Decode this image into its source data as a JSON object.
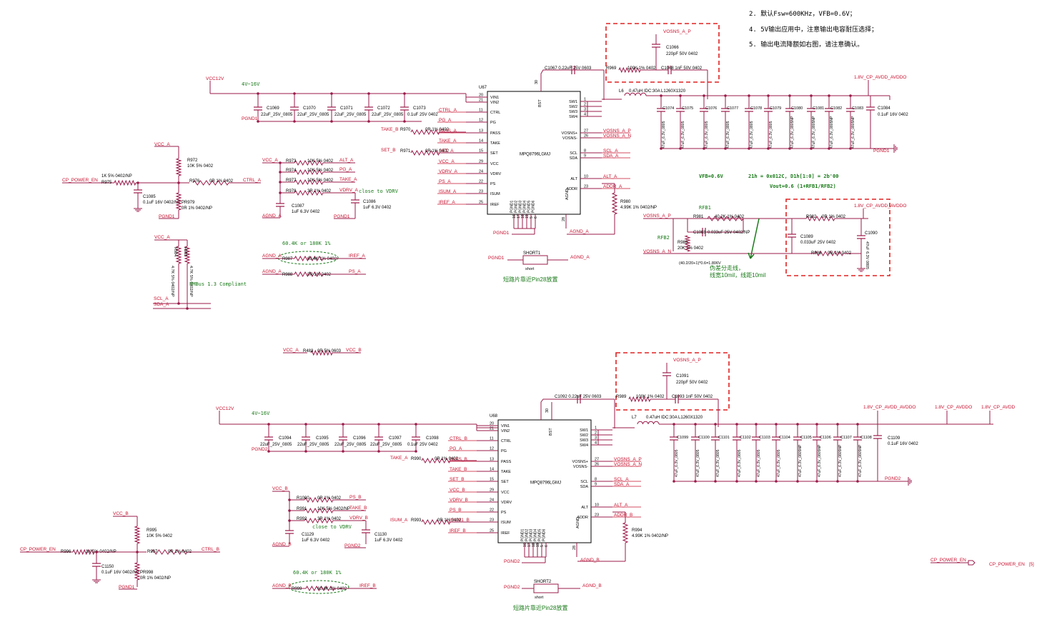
{
  "notes": [
    "2. 默认Fsw=600KHz，VFB=0.6V；",
    "4. 5V输出应用中，注意输出电容耐压选择；",
    "5. 输出电流降额如右图，请注意确认。"
  ],
  "colors": {
    "wire": "#9b1b4a",
    "text": "#000000",
    "net": "#c8102e",
    "green": "#1a7a1a",
    "box": "#e02020",
    "gnd": "#c8102e"
  },
  "top": {
    "ic_ref": "U67",
    "ic_part": "MPQ8796LGMJ",
    "left_pins": [
      [
        "20",
        "VIN1"
      ],
      [
        "21",
        "VIN2"
      ],
      [
        "11",
        "CTRL"
      ],
      [
        "12",
        "PG"
      ],
      [
        "13",
        "PASS"
      ],
      [
        "14",
        "TAKE"
      ],
      [
        "15",
        "SET"
      ],
      [
        "29",
        "VCC"
      ],
      [
        "24",
        "VDRV"
      ],
      [
        "22",
        "PS"
      ],
      [
        "23",
        "ISUM"
      ],
      [
        "25",
        "IREF"
      ]
    ],
    "left_nets": [
      "CTRL_A",
      "PG_A",
      "PASS_A",
      "TAKE_A",
      "SET_A",
      "VCC_A",
      "VDRV_A",
      "PS_A",
      "ISUM_A",
      "IREF_A"
    ],
    "right_pins": [
      [
        "1",
        "SW1"
      ],
      [
        "2",
        "SW2"
      ],
      [
        "3",
        "SW3"
      ],
      [
        "4",
        "SW4"
      ],
      [
        "27",
        "VOSNS+"
      ],
      [
        "26",
        "VOSNS-"
      ],
      [
        "8",
        "SCL"
      ],
      [
        "9",
        "SDA"
      ],
      [
        "10",
        "ALT"
      ],
      [
        "23",
        "ADDR"
      ]
    ],
    "right_nets": [
      "VOSNS_A_P",
      "VOSNS_A_N",
      "SCL_A",
      "SDA_A",
      "ALT_A",
      "ADDR_A"
    ],
    "bottom_pins": [
      "16",
      "17",
      "18",
      "19",
      "5",
      "6"
    ],
    "bottom_labels": [
      "PGND1",
      "PGND2",
      "PGND3",
      "PGND4",
      "PGND5",
      "PGND6"
    ],
    "bst": "BST",
    "bst_pin": "30",
    "agnd": "AGND",
    "agnd_pin": "28",
    "vin_net": "VCC12V",
    "range": "4V~16V",
    "in_caps": [
      [
        "C1069",
        "22uF_25V_0805"
      ],
      [
        "C1070",
        "22uF_25V_0805"
      ],
      [
        "C1071",
        "22uF_25V_0805"
      ],
      [
        "C1072",
        "22uF_25V_0805"
      ],
      [
        "C1073",
        "0.1uF 25V 0402"
      ]
    ],
    "pgnd": "PGND1",
    "boot_cap": "C1067",
    "boot_val": "0.22uF 25V 0603",
    "snub_r": "R969",
    "snub_r_val": "100K 1% 0402",
    "snub_c": "C1068",
    "snub_c_val": "1nF 50V 0402",
    "ff_cap": "C1066",
    "ff_val": "220pF 50V 0402",
    "ff_net": "VOSNS_A_P",
    "inductor": "L6",
    "ind_val": "0.47uH IDC:30A L1260X1320",
    "out_caps": [
      "C1074",
      "C1075",
      "C1076",
      "C1077",
      "C1078",
      "C1079",
      "C1080",
      "C1081",
      "C1082",
      "C1083"
    ],
    "out_vals": [
      "47uF_6.3V_0805",
      "47uF_6.3V_0805",
      "47uF_6.3V_0805",
      "47uF_6.3V_0805",
      "47uF_6.3V_0805",
      "47uF_6.3V_0805",
      "47uF_6.3V_0805NP",
      "47uF_6.3V_0805NP",
      "47uF_6.3V_0805NP",
      "47uF_6.3V_0805NP"
    ],
    "out_net": "1.8V_CP_AVDD_AVDDO",
    "c_out_small": "C1084",
    "c_out_small_val": "0.1uF 16V 0402",
    "pgnd_out": "PGND1",
    "take": "TAKE_B",
    "r_take": "R970",
    "r_take_val": "0R 1% 0402",
    "set": "SET_B",
    "r_set": "R971",
    "r_set_val": "0R 1% 0402",
    "r980": "R980",
    "r980_val": "4.99K 1% 0402/NP",
    "agnd_net": "AGND_A",
    "vfb_text": "VFB=0.6V",
    "reg_text": "21h = 0x012C, D1h[1:0] = 2b'00",
    "vout_text": "Vout=0.6 (1+RFB1/RFB2)",
    "short": "SHORT1",
    "short_sub": "short",
    "short_note": "短路片靠近Pin28放置"
  },
  "top_left": {
    "vcc": "VCC_A",
    "r972": "R972",
    "r972_val": "10K 5% 0402",
    "cp_en": "CP_POWER_EN",
    "r975": "R975",
    "r975_val": "1K 5% 0402/NP",
    "r976": "R976",
    "r976_val": "0R 1% 0402",
    "ctrl": "CTRL_A",
    "c1085": "C1085",
    "c1085_val": "0.1uF 16V 0402/NP",
    "r979": "PR979",
    "r979_val": "0R 1% 0402/NP",
    "pgnd": "PGND1",
    "r973": [
      "R973",
      "10K 5% 0402",
      "ALT_A"
    ],
    "r974": [
      "R974",
      "10K 5% 0402",
      "PG_A"
    ],
    "r977": [
      "R977",
      "10K 5% 0402",
      "TAKE_A"
    ],
    "r978": [
      "R978",
      "3R 1% 0402",
      "VDRV_A"
    ],
    "c1087": [
      "C1087",
      "1uF 6.3V 0402"
    ],
    "c1086": [
      "C1086",
      "1uF 6.3V 0402"
    ],
    "close_vdrv": "close to VDRV",
    "agnd": "AGND_A",
    "pgnd1": "PGND1",
    "vcc2": "VCC_A",
    "r984": "R984",
    "r984_val": "4.7K 5% 0402/NP",
    "r985": "R985",
    "r985_val": "4.7K 5% 0402/NP",
    "scl": "SCL_A",
    "sda": "SDA_A",
    "pmbus": "PMBus 1.3 Compliant",
    "range_note": "60.4K or 180K 1%",
    "r987": [
      "R987",
      "60.4K 1% 0402",
      "IREF_A"
    ],
    "r988": [
      "R988",
      "0R 1% 0402",
      "PS_A"
    ],
    "r483": [
      "R483",
      "0R 5% 0603",
      "VCC_B"
    ],
    "vcc_a2": "VCC_A"
  },
  "rfb": {
    "vosns_p": "VOSNS_A_P",
    "rfb1": "RFB1",
    "r981": "R981",
    "r981_val": "40.2K 1% 0402",
    "c1088": "C1088",
    "c1088_val": "0.033uF 25V 0402/NP",
    "rfb2": "RFB2",
    "r983": "R983",
    "r983_val": "20K 1% 0402",
    "vosns_n": "VOSNS_A_N",
    "formula": "(40.2/20+1)*0.6=1.806V",
    "diff_note1": "伪差分走线，",
    "diff_note2": "线宽10mil，线距10mil",
    "out_net": "1.8V_CP_AVDD_AVDDO",
    "r982": "R982",
    "r982_val": "0R 1% 0402",
    "c1089": "C1089",
    "c1089_val": "0.033uF 25V 0402",
    "c1090": "C1090",
    "c1090_val": "47uF 6.3V 0805",
    "r986": "R986",
    "r986_val": "0R 1% 0402"
  },
  "bottom": {
    "ic_ref": "U68",
    "ic_part": "MPQ8796LGMJ",
    "left_nets": [
      "CTRL_B",
      "PG_A",
      "PASS_B",
      "TAKE_B",
      "SET_B",
      "VCC_B",
      "VDRV_B",
      "PS_B",
      "ISUM1_B",
      "IREF_B"
    ],
    "right_nets": [
      "VOSNS_A_P",
      "VOSNS_A_N",
      "SCL_A",
      "SDA_A",
      "ALT_A",
      "ADDR_B"
    ],
    "in_caps": [
      [
        "C1094",
        "22uF_25V_0805"
      ],
      [
        "C1095",
        "22uF_25V_0805"
      ],
      [
        "C1096",
        "22uF_25V_0805"
      ],
      [
        "C1097",
        "22uF_25V_0805"
      ],
      [
        "C1098",
        "0.1uF 25V 0402"
      ]
    ],
    "pgnd": "PGND2",
    "boot_cap": "C1092",
    "boot_val": "0.22uF 25V 0603",
    "snub_r": "R989",
    "snub_r_val": "100K 1% 0402",
    "snub_c": "C1093",
    "snub_c_val": "1nF 50V 0402",
    "ff_cap": "C1091",
    "ff_val": "220pF 50V 0402",
    "ff_net": "VOSNS_A_P",
    "inductor": "L7",
    "ind_val": "0.47uH IDC:30A L1260X1320",
    "out_caps": [
      "C1099",
      "C1100",
      "C1101",
      "C1102",
      "C1103",
      "C1104",
      "C1105",
      "C1106",
      "C1107",
      "C1108"
    ],
    "out_vals": [
      "47uF_6.3V_0805",
      "47uF_6.3V_0805",
      "47uF_6.3V_0805",
      "47uF_6.3V_0805",
      "47uF_6.3V_0805",
      "47uF_6.3V_0805",
      "47uF_6.3V_0805NP",
      "47uF_6.3V_0805NP",
      "47uF_6.3V_0805NP",
      "47uF_6.3V_0805NP"
    ],
    "out_net": "1.8V_CP_AVDD_AVDDO",
    "out_net2": "1.8V_CP_AVDDO",
    "out_net3": "1.8V_CP_AVDD",
    "c_out_small": "C1109",
    "c_out_small_val": "0.1uF 16V 0402",
    "pgnd_out": "PGND2",
    "take": "TAKE_A",
    "r_take": "R990",
    "r_take_val": "0R 1% 0402",
    "isum": "ISUM_A",
    "r_isum": "R993",
    "r_isum_val": "0R 1% 0402",
    "r994": "R994",
    "r994_val": "4.99K 1% 0402/NP",
    "agnd_net": "AGND_B",
    "short": "SHORT2",
    "short_sub": "short",
    "short_note": "短路片靠近Pin28放置",
    "vcc": "VCC_B",
    "r1000": [
      "R1000",
      "0R 1% 0402",
      "PS_B"
    ],
    "r991": [
      "R991",
      "10K 5% 0402/NP",
      "TAKE_B"
    ],
    "r992": [
      "R992",
      "3R 1% 0402",
      "VDRV_B"
    ],
    "c1129": [
      "C1129",
      "1uF 6.3V 0402"
    ],
    "c1130": [
      "C1130",
      "1uF 6.3V 0402"
    ],
    "close_vdrv": "close to VDRV",
    "agnd": "AGND_B",
    "pgnd2": "PGND2",
    "vcc_b2": "VCC_B",
    "r995": "R995",
    "r995_val": "10K 5% 0402",
    "cp_en": "CP_POWER_EN",
    "r996": "R996",
    "r996_val": "1K 5% 0402/NP",
    "r997": "R997",
    "r997_val": "0R 1% 0402",
    "ctrl": "CTRL_B",
    "c1150": "C1150",
    "c1150_val": "0.1uF 16V 0402/NP",
    "r998": "PR998",
    "r998_val": "0R 1% 0402/NP",
    "pgnd1": "PGND1",
    "range_note": "60.4K or 180K 1%",
    "r999": [
      "R999",
      "60.4K 1% 0402",
      "IREF_B"
    ],
    "agnd_b": "AGND_B",
    "cp_en_port": "CP_POWER_EN",
    "cp_en_port2": "CP_POWER_EN",
    "page_ref": "[5]"
  }
}
